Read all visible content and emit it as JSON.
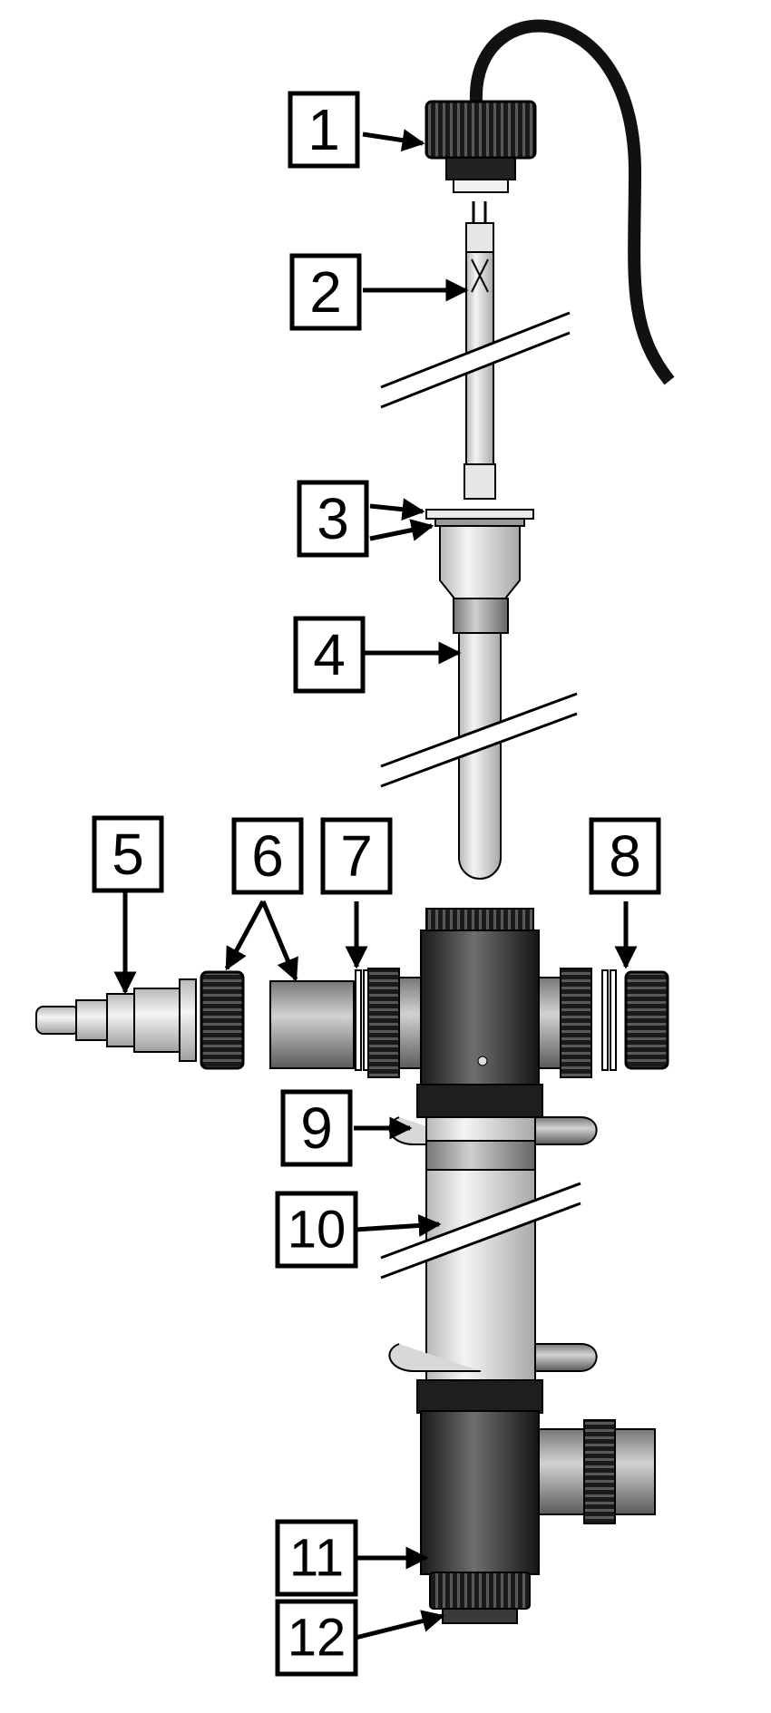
{
  "labels": [
    {
      "text": "1"
    },
    {
      "text": "2"
    },
    {
      "text": "3"
    },
    {
      "text": "4"
    },
    {
      "text": "5"
    },
    {
      "text": "6"
    },
    {
      "text": "7"
    },
    {
      "text": "8"
    },
    {
      "text": "9"
    },
    {
      "text": "10"
    },
    {
      "text": "11"
    },
    {
      "text": "12"
    }
  ],
  "colors": {
    "outline": "#000000",
    "background": "#ffffff",
    "body_dark": "#3a3a3a",
    "quartz": "#d8d8d8"
  }
}
